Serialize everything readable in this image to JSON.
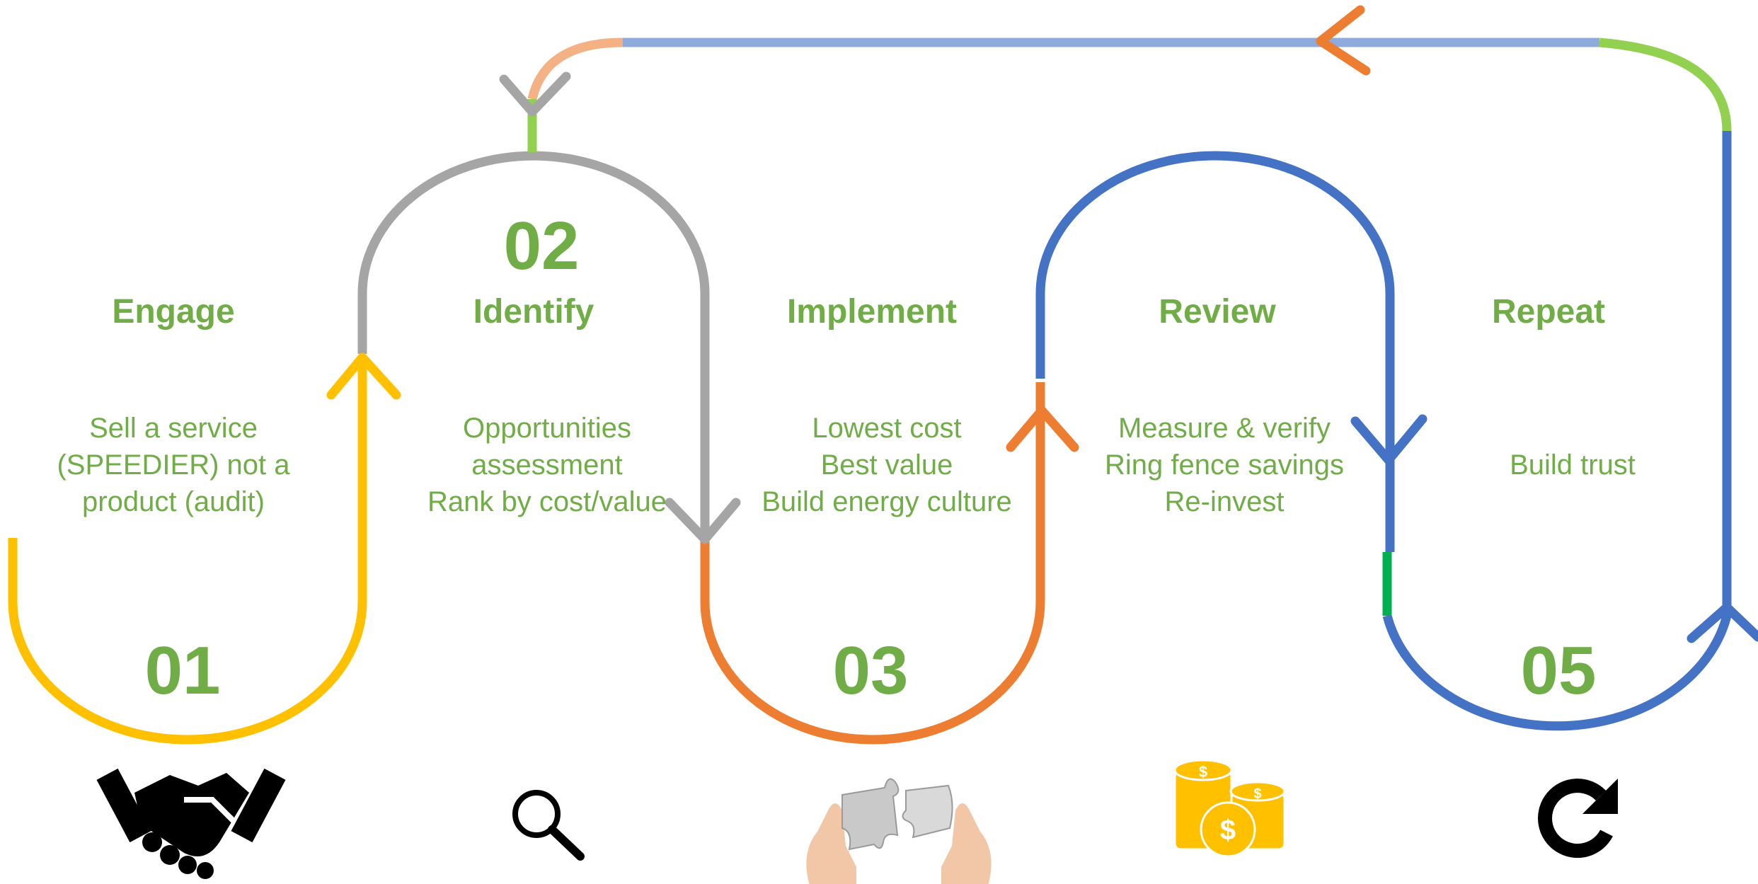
{
  "colors": {
    "label_green": "#70ad47",
    "yellow": "#ffc000",
    "gray": "#a5a5a5",
    "orange": "#ed7d31",
    "blue": "#4472c4",
    "light_blue": "#8faadc",
    "light_green": "#92d050",
    "peach": "#f4b183",
    "dark_green": "#00b050"
  },
  "steps": [
    {
      "number": "01",
      "title": "Engage",
      "lines": [
        "Sell a service",
        "(SPEEDIER) not a",
        "product (audit)"
      ],
      "icon": "handshake-icon"
    },
    {
      "number": "02",
      "title": "Identify",
      "lines": [
        "Opportunities",
        "assessment",
        "Rank by cost/value"
      ],
      "icon": "magnifier-icon"
    },
    {
      "number": "03",
      "title": "Implement",
      "lines": [
        "Lowest cost",
        "Best value",
        "Build energy culture"
      ],
      "icon": "puzzle-hands-icon"
    },
    {
      "number": "",
      "title": "Review",
      "lines": [
        "Measure & verify",
        "Ring fence savings",
        "Re-invest"
      ],
      "icon": "coins-icon"
    },
    {
      "number": "05",
      "title": "Repeat",
      "lines": [
        "",
        "Build trust",
        ""
      ],
      "icon": "refresh-icon"
    }
  ]
}
